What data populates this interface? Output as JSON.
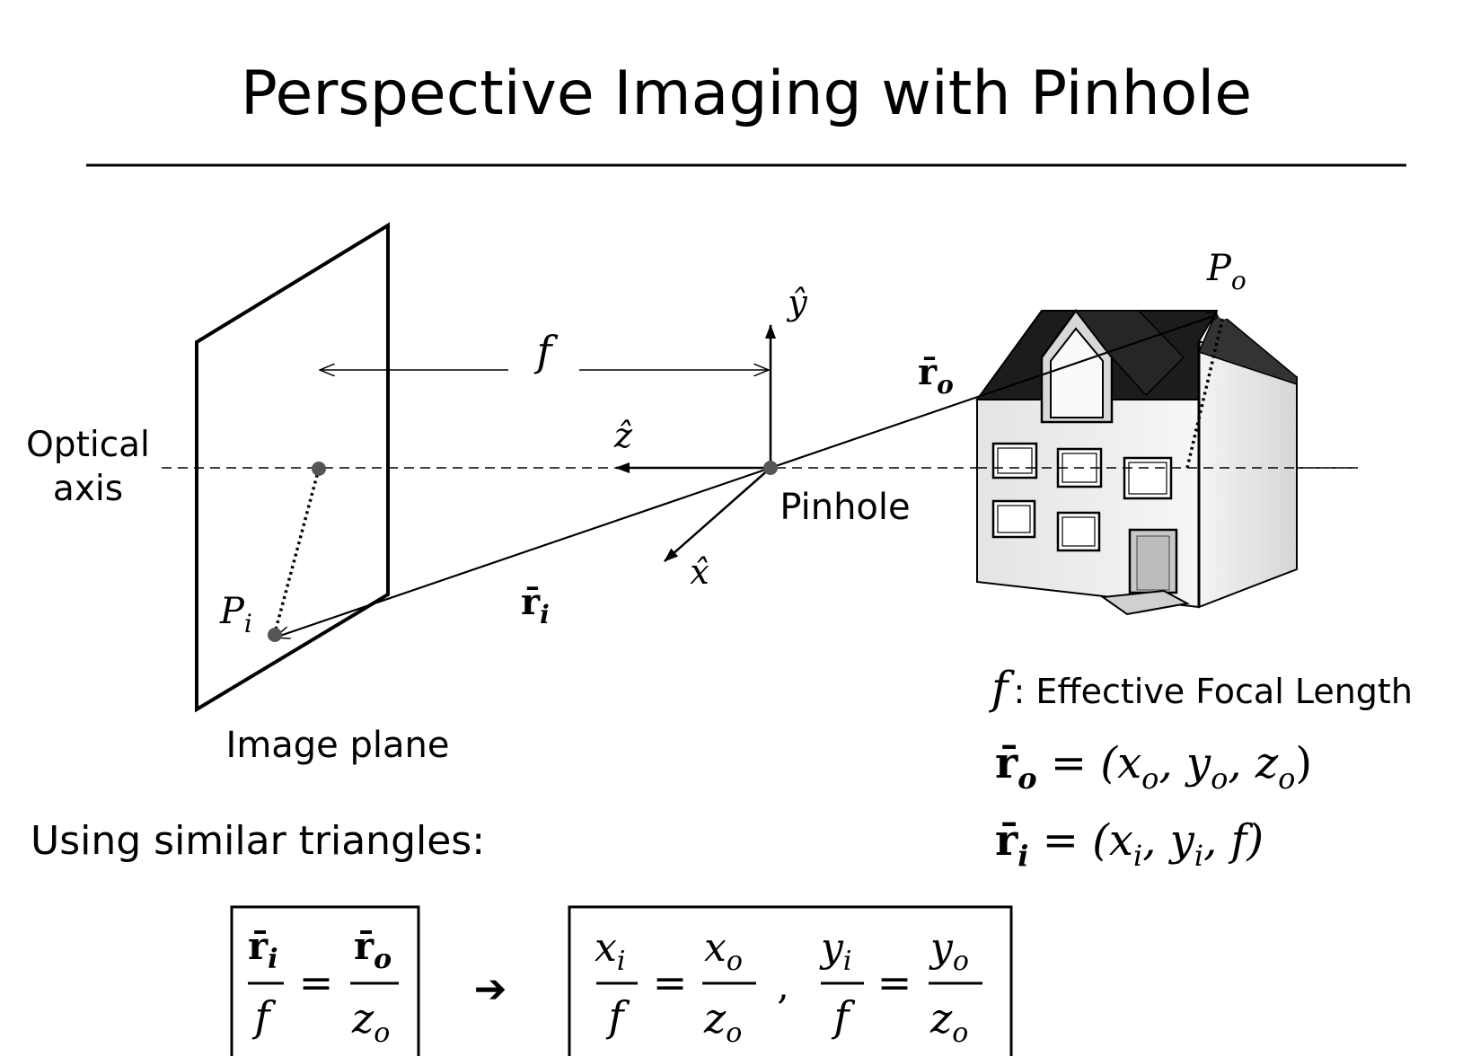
{
  "slide": {
    "title": "Perspective Imaging with Pinhole"
  },
  "diagram": {
    "labels": {
      "optical_axis_line1": "Optical",
      "optical_axis_line2": "axis",
      "image_plane": "Image plane",
      "pinhole": "Pinhole",
      "f": "f",
      "y_axis": "ŷ",
      "z_axis": "ẑ",
      "x_axis": "x̂",
      "r_o": "r̄",
      "r_o_sub": "o",
      "r_i": "r̄",
      "r_i_sub": "i",
      "P_o": "P",
      "P_o_sub": "o",
      "P_i": "P",
      "P_i_sub": "i"
    }
  },
  "definitions": {
    "f_symbol": "f",
    "f_desc": ":  Effective Focal Length",
    "r_o_lhs": "r̄",
    "r_o_lhs_sub": "o",
    "r_o_rhs": " = (x",
    "r_o_rhs_2": ", y",
    "r_o_rhs_3": ", z",
    "r_o_close": ")",
    "r_i_lhs": "r̄",
    "r_i_lhs_sub": "i",
    "r_i_rhs": " = (x",
    "r_i_rhs_2": ", y",
    "r_i_rhs_3": ", f)",
    "sub_o": "o",
    "sub_i": "i"
  },
  "derivation": {
    "intro": "Using similar triangles:",
    "arrow": "➔",
    "eq1": {
      "num": "r̄",
      "num_sub": "i",
      "den": "f",
      "equals": "=",
      "num2": "r̄",
      "num2_sub": "o",
      "den2": "z",
      "den2_sub": "o"
    },
    "eq2": {
      "x_num": "x",
      "x_num_sub": "i",
      "x_den": "f",
      "equals": "=",
      "x_num2": "x",
      "x_num2_sub": "o",
      "x_den2": "z",
      "x_den2_sub": "o",
      "comma": ",",
      "y_num": "y",
      "y_num_sub": "i",
      "y_den": "f",
      "y_num2": "y",
      "y_num2_sub": "o",
      "y_den2": "z",
      "y_den2_sub": "o"
    }
  }
}
